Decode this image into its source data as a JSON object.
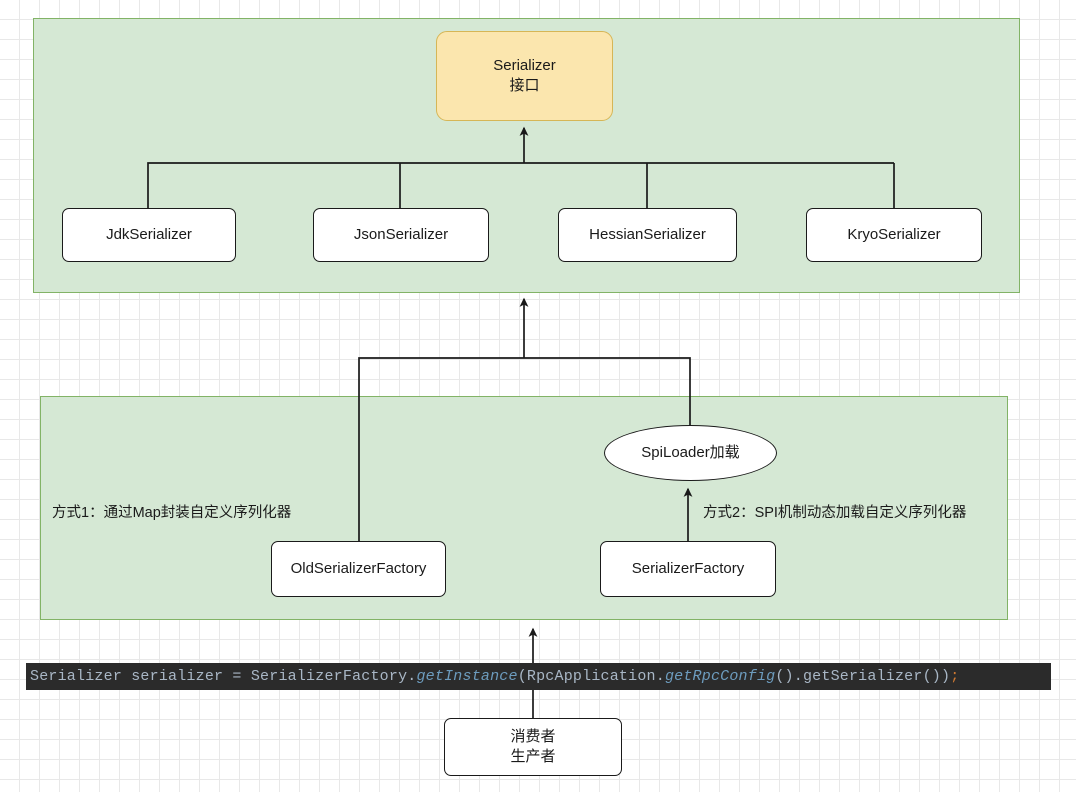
{
  "diagram": {
    "title_nodes": {
      "serializer_interface": "Serializer\n接口",
      "jdk_serializer": "JdkSerializer",
      "json_serializer": "JsonSerializer",
      "hessian_serializer": "HessianSerializer",
      "kryo_serializer": "KryoSerializer",
      "spi_loader": "SpiLoader加载",
      "old_serializer_factory": "OldSerializerFactory",
      "serializer_factory": "SerializerFactory",
      "consumer_producer": "消费者\n生产者"
    },
    "labels": {
      "way1": "方式1：通过Map封装自定义序列化器",
      "way2": "方式2：SPI机制动态加载自定义序列化器"
    },
    "code_line": {
      "full": "Serializer serializer = SerializerFactory.getInstance(RpcApplication.getRpcConfig().getSerializer());",
      "tokens": [
        {
          "text": "Serializer",
          "kind": "type"
        },
        {
          "text": " ",
          "kind": "plain"
        },
        {
          "text": "serializer",
          "kind": "var"
        },
        {
          "text": " = ",
          "kind": "op"
        },
        {
          "text": "SerializerFactory",
          "kind": "cls"
        },
        {
          "text": ".",
          "kind": "punct"
        },
        {
          "text": "getInstance",
          "kind": "static"
        },
        {
          "text": "(",
          "kind": "punct"
        },
        {
          "text": "RpcApplication",
          "kind": "cls"
        },
        {
          "text": ".",
          "kind": "punct"
        },
        {
          "text": "getRpcConfig",
          "kind": "static"
        },
        {
          "text": "()",
          "kind": "punct"
        },
        {
          "text": ".",
          "kind": "punct"
        },
        {
          "text": "getSerializer",
          "kind": "method"
        },
        {
          "text": "())",
          "kind": "punct"
        },
        {
          "text": ";",
          "kind": "semi"
        }
      ]
    },
    "colors": {
      "panel_fill": "#d5e8d4",
      "panel_stroke": "#82b366",
      "interface_fill": "#fbe6ae",
      "interface_stroke": "#d6b656",
      "node_fill": "#ffffff",
      "node_stroke": "#1a1a1a",
      "code_background": "#2b2b2b",
      "code_text": "#a9b7c6",
      "code_static": "#6d9cbe",
      "code_semicolon": "#cc7832"
    }
  }
}
